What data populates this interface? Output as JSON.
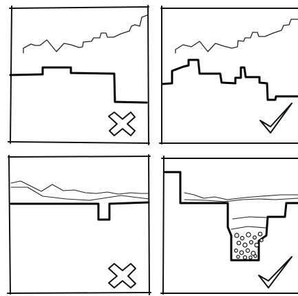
{
  "panels": [
    {
      "id": "top-left",
      "verdict": "incorrect",
      "mark_icon": "cross-icon"
    },
    {
      "id": "top-right",
      "verdict": "correct",
      "mark_icon": "check-icon"
    },
    {
      "id": "bottom-left",
      "verdict": "incorrect",
      "mark_icon": "cross-icon"
    },
    {
      "id": "bottom-right",
      "verdict": "correct",
      "mark_icon": "check-icon"
    }
  ],
  "colors": {
    "ink": "#111111",
    "paper": "#ffffff"
  }
}
